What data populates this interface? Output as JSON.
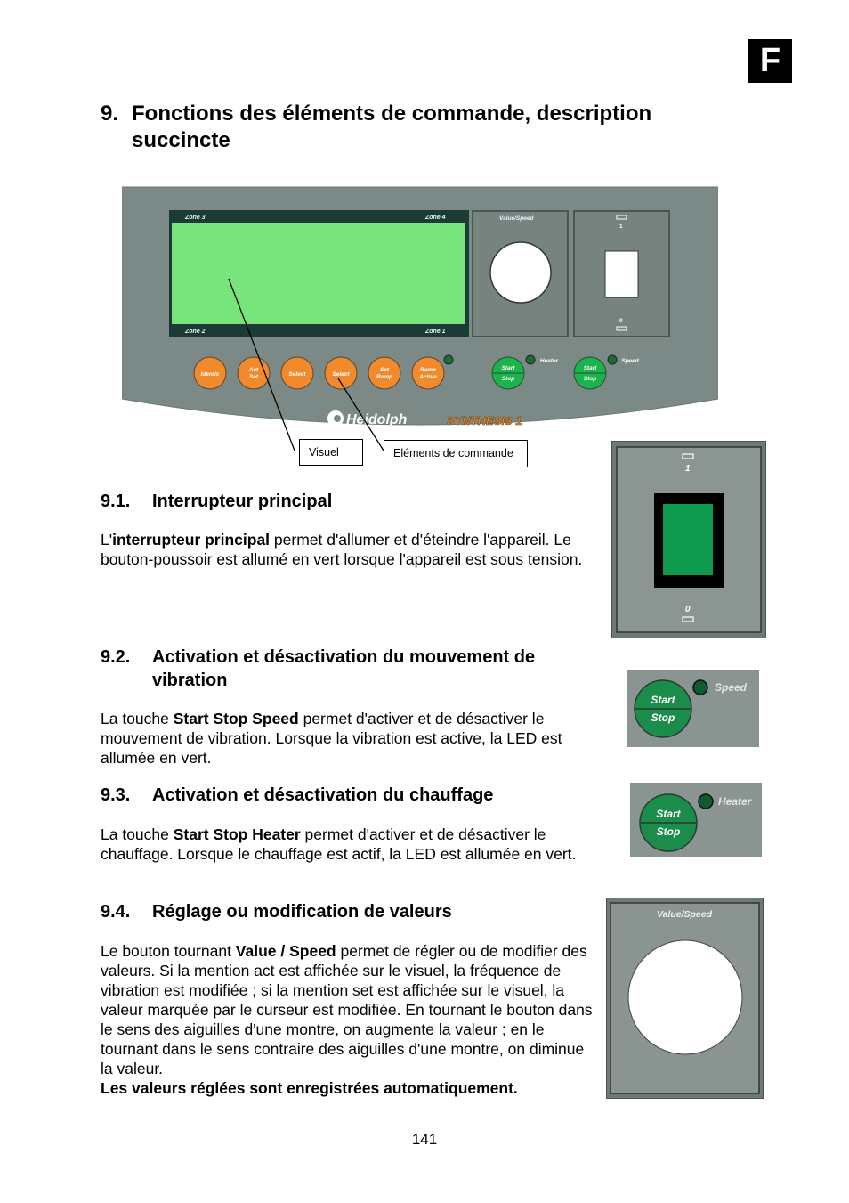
{
  "page": {
    "language_tab": "F",
    "page_number": "141"
  },
  "heading": {
    "number": "9.",
    "title": "Fonctions des éléments de commande, description succincte"
  },
  "panel": {
    "zone3": "Zone 3",
    "zone4": "Zone 4",
    "zone2": "Zone 2",
    "zone1": "Zone 1",
    "value_speed": "Value/Speed",
    "switch_on": "1",
    "switch_off": "0",
    "buttons": [
      {
        "line1": "Identic",
        "line2": ""
      },
      {
        "line1": "Act",
        "line2": "Set"
      },
      {
        "line1": "Select",
        "line2": ""
      },
      {
        "line1": "Select",
        "line2": ""
      },
      {
        "line1": "Set",
        "line2": "Ramp"
      },
      {
        "line1": "Ramp",
        "line2": "Active"
      }
    ],
    "start_label": "Start",
    "stop_label": "Stop",
    "heater_label": "Heater",
    "speed_label": "Speed",
    "brand": "Heidolph",
    "model": "SYNTHESIS 1",
    "callout_display": "Visuel",
    "callout_controls": "Eléments de commande",
    "colors": {
      "panel": "#7b8a86",
      "display": "#78e57c",
      "orange": "#f08a2c",
      "green": "#1db34c"
    }
  },
  "s91": {
    "number": "9.1.",
    "title": "Interrupteur principal",
    "p_pre": "L'",
    "p_bold": "interrupteur principal",
    "p_post": " permet d'allumer et d'éteindre l'appareil. Le bouton-poussoir est allumé en vert lorsque l'appareil est sous tension.",
    "thumb_on": "1",
    "thumb_off": "0"
  },
  "s92": {
    "number": "9.2.",
    "title": "Activation et désactivation du mouvement de vibration",
    "p_pre": "La touche ",
    "p_bold": "Start Stop Speed",
    "p_post": " permet d'activer et de désactiver le mouvement de vibration. Lorsque la vibration est active, la LED est allumée en vert.",
    "thumb_start": "Start",
    "thumb_stop": "Stop",
    "thumb_label": "Speed"
  },
  "s93": {
    "number": "9.3.",
    "title": "Activation et désactivation du chauffage",
    "p_pre": "La touche ",
    "p_bold": "Start Stop Heater",
    "p_post": " permet d'activer et de désactiver le chauffage. Lorsque le chauffage est actif, la LED est allumée en vert.",
    "thumb_start": "Start",
    "thumb_stop": "Stop",
    "thumb_label": "Heater"
  },
  "s94": {
    "number": "9.4.",
    "title": "Réglage ou modification de valeurs",
    "p_pre": "Le bouton tournant ",
    "p_bold": "Value / Speed",
    "p_post": " permet de régler ou de modifier des valeurs. Si la mention act est affichée sur le visuel, la fréquence de vibration est modifiée ; si la mention set est affichée sur le visuel, la valeur marquée par le curseur est modifiée. En tournant le bouton dans le sens des aiguilles d'une montre, on augmente la valeur ; en le tournant dans le sens contraire des aiguilles d'une montre, on diminue la valeur.",
    "p_bold_end": "Les valeurs réglées sont enregistrées automatiquement.",
    "thumb_label": "Value/Speed"
  }
}
